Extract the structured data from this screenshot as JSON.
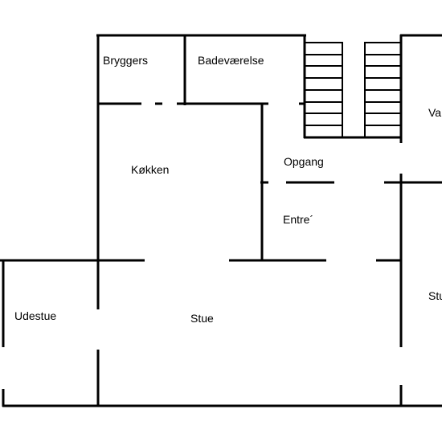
{
  "floorplan": {
    "rooms": [
      {
        "id": "bryggers",
        "label": "Bryggers"
      },
      {
        "id": "badevaerelse",
        "label": "Badeværelse"
      },
      {
        "id": "koekken",
        "label": "Køkken"
      },
      {
        "id": "opgang",
        "label": "Opgang"
      },
      {
        "id": "entre",
        "label": "Entre´"
      },
      {
        "id": "udestue",
        "label": "Udestue"
      },
      {
        "id": "stue",
        "label": "Stue"
      },
      {
        "id": "va-partial",
        "label": "Va"
      },
      {
        "id": "stu-partial",
        "label": "Stu"
      }
    ],
    "colors": {
      "wall": "#000000",
      "background": "#ffffff",
      "text": "#000000"
    }
  }
}
